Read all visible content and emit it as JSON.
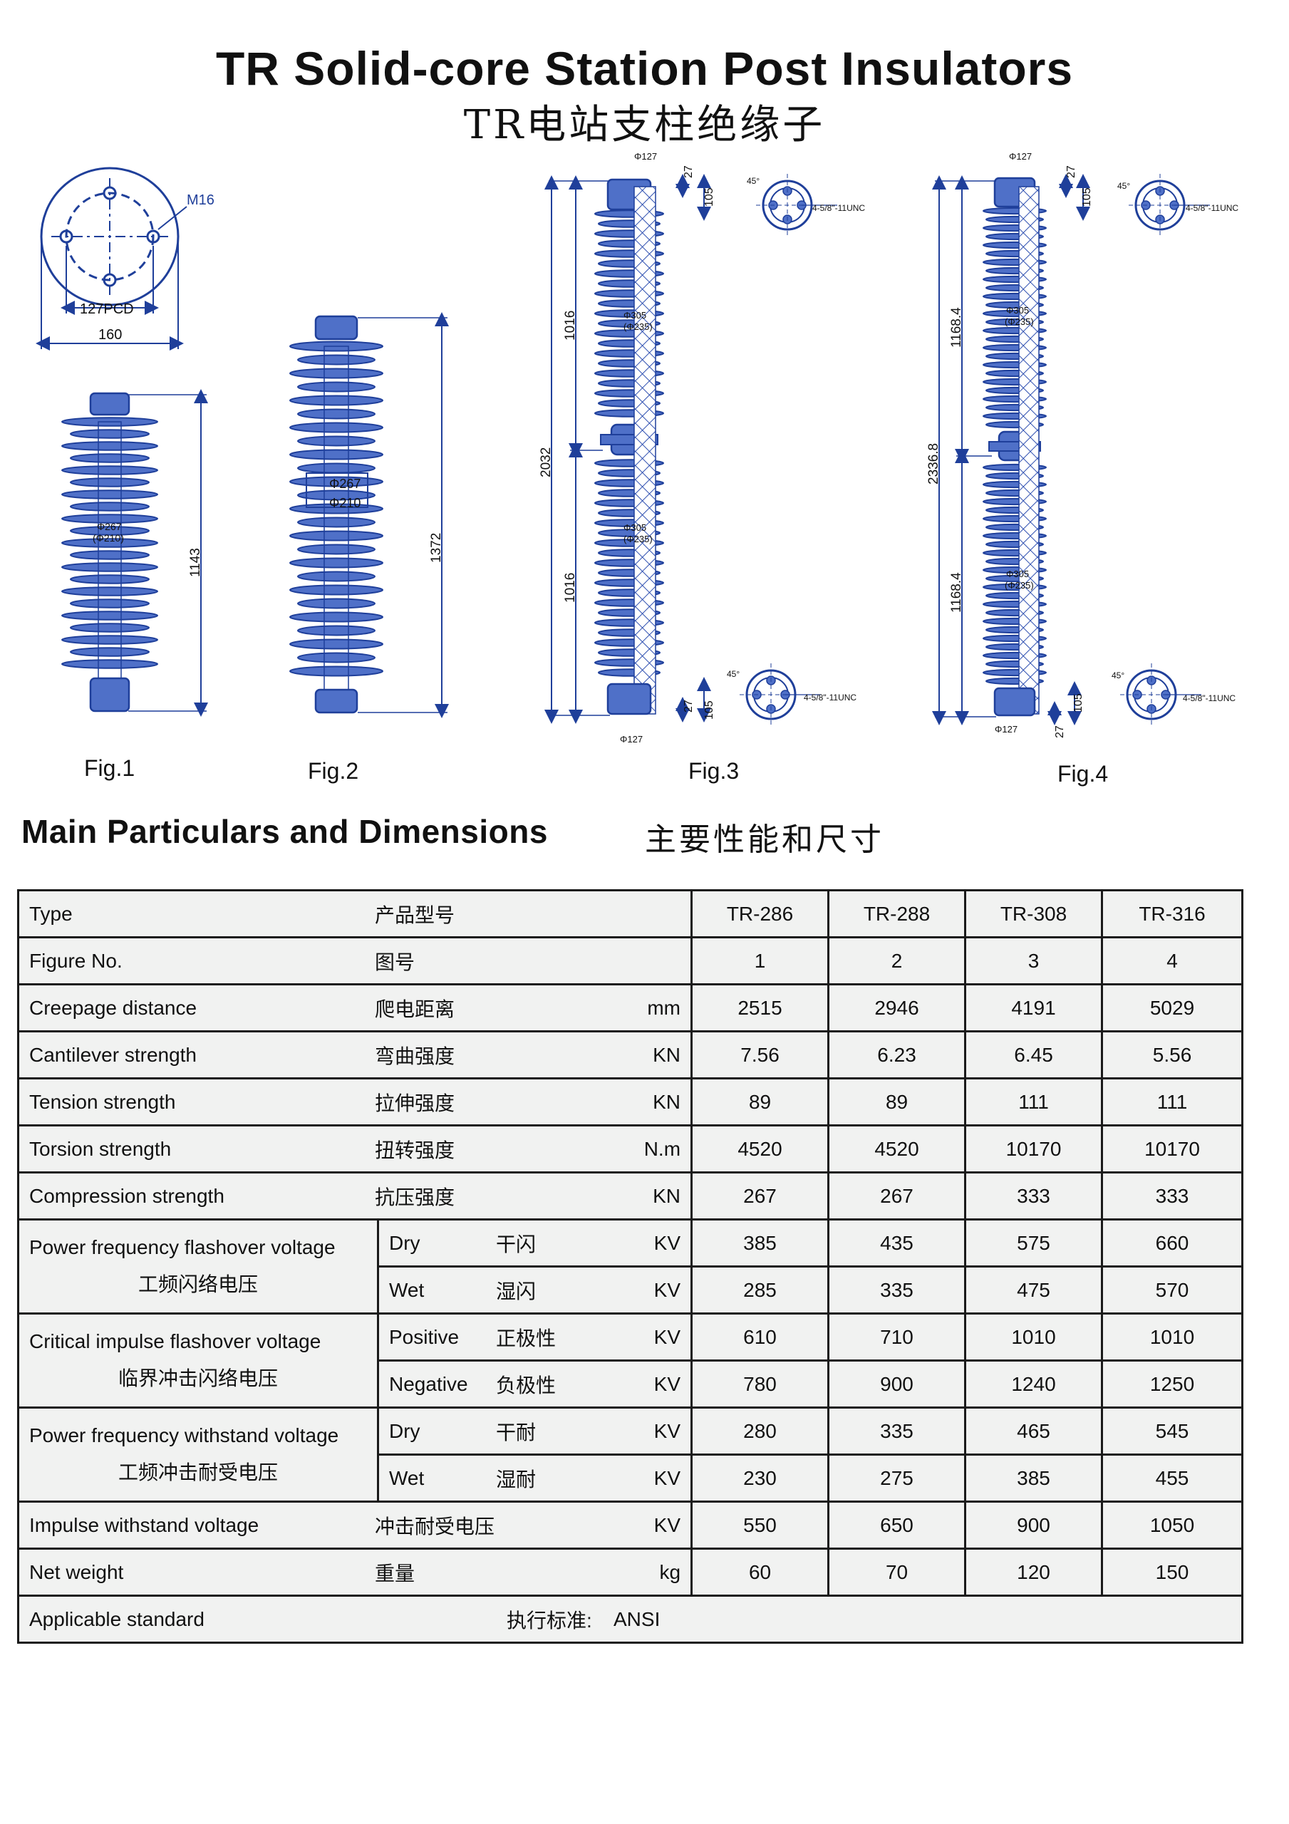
{
  "title": "TR Solid-core Station Post  Insulators",
  "subtitle_cn": "TR电站支柱绝缘子",
  "figures": {
    "captions": [
      "Fig.1",
      "Fig.2",
      "Fig.3",
      "Fig.4"
    ],
    "flange": {
      "bolt": "M16",
      "pcd": "127PCD",
      "diameter": "160"
    },
    "fig1": {
      "height": "1143",
      "shed_dia": "Φ267",
      "core_dia": "(Φ210)"
    },
    "fig2": {
      "height": "1372",
      "shed_dia": "Φ267",
      "core_dia": "Φ210"
    },
    "fig3": {
      "total": "2032",
      "unit_upper": "1016",
      "unit_lower": "1016",
      "shed_dia": "Φ305",
      "core_dia": "(Φ235)",
      "cap_dia": "Φ127",
      "cap_h1": "27",
      "cap_h2": "105",
      "angle": "45°",
      "thread": "4-5/8\"-11UNC"
    },
    "fig4": {
      "total": "2336.8",
      "unit_upper": "1168.4",
      "unit_lower": "1168.4",
      "shed_dia": "Φ305",
      "core_dia": "(Φ235)",
      "cap_dia": "Φ127",
      "cap_h1": "27",
      "cap_h2": "105",
      "angle": "45°",
      "thread": "4-5/8\"-11UNC"
    }
  },
  "section_title": "Main Particulars and Dimensions",
  "section_title_cn": "主要性能和尺寸",
  "table": {
    "header": {
      "en": "Type",
      "cn": "产品型号",
      "types": [
        "TR-286",
        "TR-288",
        "TR-308",
        "TR-316"
      ]
    },
    "figure_row": {
      "en": "Figure No.",
      "cn": "图号",
      "values": [
        "1",
        "2",
        "3",
        "4"
      ]
    },
    "simple_rows": [
      {
        "en": "Creepage distance",
        "cn": "爬电距离",
        "unit": "mm",
        "values": [
          "2515",
          "2946",
          "4191",
          "5029"
        ]
      },
      {
        "en": "Cantilever strength",
        "cn": "弯曲强度",
        "unit": "KN",
        "values": [
          "7.56",
          "6.23",
          "6.45",
          "5.56"
        ]
      },
      {
        "en": "Tension strength",
        "cn": "拉伸强度",
        "unit": "KN",
        "values": [
          "89",
          "89",
          "111",
          "111"
        ]
      },
      {
        "en": "Torsion strength",
        "cn": "扭转强度",
        "unit": "N.m",
        "values": [
          "4520",
          "4520",
          "10170",
          "10170"
        ]
      },
      {
        "en": "Compression strength",
        "cn": "抗压强度",
        "unit": "KN",
        "values": [
          "267",
          "267",
          "333",
          "333"
        ]
      }
    ],
    "group_rows": [
      {
        "en": "Power frequency flashover voltage",
        "cn": "工频闪络电压",
        "sub": [
          {
            "en": "Dry",
            "cn": "干闪",
            "unit": "KV",
            "values": [
              "385",
              "435",
              "575",
              "660"
            ]
          },
          {
            "en": "Wet",
            "cn": "湿闪",
            "unit": "KV",
            "values": [
              "285",
              "335",
              "475",
              "570"
            ]
          }
        ]
      },
      {
        "en": "Critical impulse flashover voltage",
        "cn": "临界冲击闪络电压",
        "sub": [
          {
            "en": "Positive",
            "cn": "正极性",
            "unit": "KV",
            "values": [
              "610",
              "710",
              "1010",
              "1010"
            ]
          },
          {
            "en": "Negative",
            "cn": "负极性",
            "unit": "KV",
            "values": [
              "780",
              "900",
              "1240",
              "1250"
            ]
          }
        ]
      },
      {
        "en": "Power frequency withstand voltage",
        "cn": "工频冲击耐受电压",
        "sub": [
          {
            "en": "Dry",
            "cn": "干耐",
            "unit": "KV",
            "values": [
              "280",
              "335",
              "465",
              "545"
            ]
          },
          {
            "en": "Wet",
            "cn": "湿耐",
            "unit": "KV",
            "values": [
              "230",
              "275",
              "385",
              "455"
            ]
          }
        ]
      }
    ],
    "tail_rows": [
      {
        "en": "Impulse withstand voltage",
        "cn": "冲击耐受电压",
        "unit": "KV",
        "values": [
          "550",
          "650",
          "900",
          "1050"
        ]
      },
      {
        "en": "Net weight",
        "cn": "重量",
        "unit": "kg",
        "values": [
          "60",
          "70",
          "120",
          "150"
        ]
      }
    ],
    "standard": {
      "en": "Applicable standard",
      "cn": "执行标准:",
      "value": "ANSI"
    }
  },
  "colors": {
    "ink": "#1f3f9a",
    "shade": "#4f70c8",
    "table_bg": "#f1f2f1"
  }
}
